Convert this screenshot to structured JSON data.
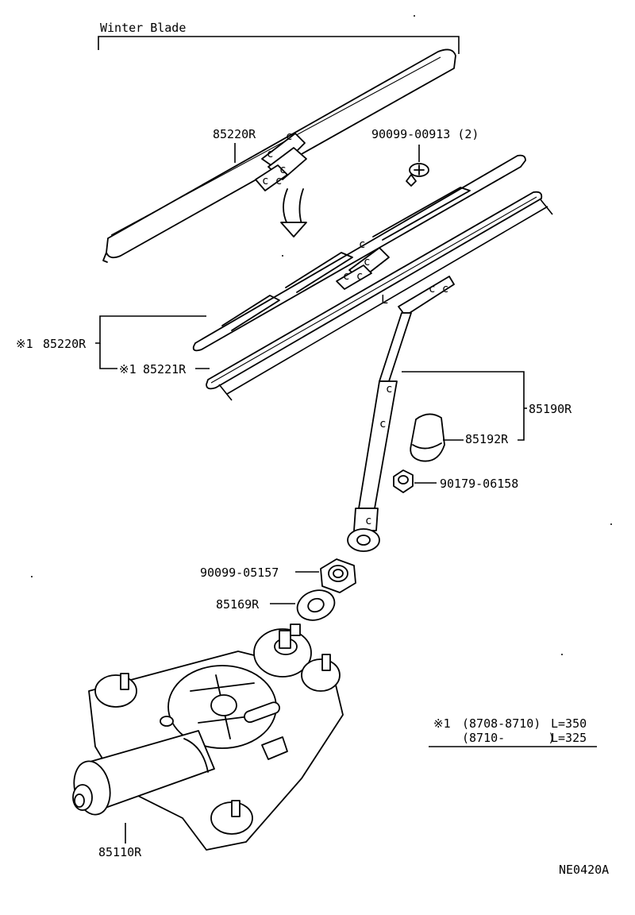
{
  "header": {
    "title": "Winter Blade"
  },
  "callouts": {
    "blade_winter": "85220R",
    "screw": "90099-00913 (2)",
    "blade": "85220R",
    "blade_mark": "※1",
    "rubber": "85221R",
    "rubber_mark": "※1",
    "length_symbol": "L",
    "arm_assembly": "85190R",
    "cap": "85192R",
    "arm_nut": "90179-06158",
    "pivot_nut": "90099-05157",
    "washer": "85169R",
    "motor": "85110R"
  },
  "notes": {
    "mark": "※1",
    "row1_range": "(8708-8710)",
    "row1_length": "L=350",
    "row2_range": "(8710-      )",
    "row2_length": "L=325"
  },
  "footer": {
    "code": "NE0420A"
  }
}
